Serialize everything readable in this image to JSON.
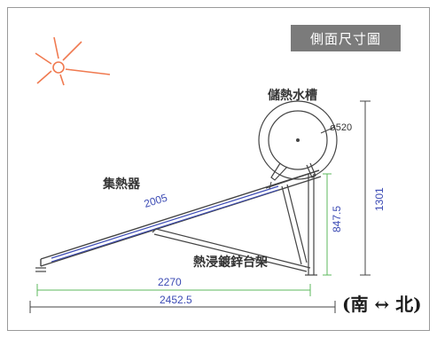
{
  "title": "側面尺寸圖",
  "labels": {
    "tank": "儲熱水槽",
    "collector": "集熱器",
    "stand": "熱浸鍍鋅台架"
  },
  "dimensions": {
    "tank_diameter": "ø520",
    "collector_length": "2005",
    "tank_height": "847.5",
    "total_height": "1301",
    "base_length": "2270",
    "total_length": "2452.5"
  },
  "direction": "(南 ↔ 北)",
  "colors": {
    "sun": "#f07a50",
    "dimension_blue": "#3c4bb4",
    "dimension_green": "#5cb85c",
    "title_bg": "#7b7b7b"
  }
}
